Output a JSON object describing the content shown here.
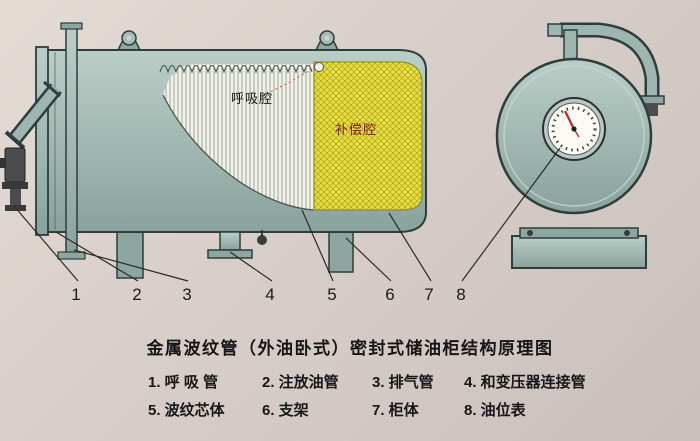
{
  "title": "金属波纹管（外油卧式）密封式储油柜结构原理图",
  "diagram": {
    "chamber_labels": {
      "breathing": "呼吸腔",
      "compensation": "补偿腔"
    },
    "part_numbers": [
      "1",
      "2",
      "3",
      "4",
      "5",
      "6",
      "7",
      "8"
    ]
  },
  "legend": {
    "row1": [
      "1. 呼 吸 管",
      "2. 注放油管",
      "3. 排气管",
      "4. 和变压器连接管"
    ],
    "row2": [
      "5. 波纹芯体",
      "6. 支架",
      "7. 柜体",
      "8. 油位表"
    ]
  },
  "colors": {
    "background": "#d8cec9",
    "tank_body": "#a5bdb7",
    "oil_fill": "#e7de3d",
    "outline": "#2e3e3c",
    "compensation_label_color": "#7a2020",
    "gauge_needle": "#c22222"
  }
}
